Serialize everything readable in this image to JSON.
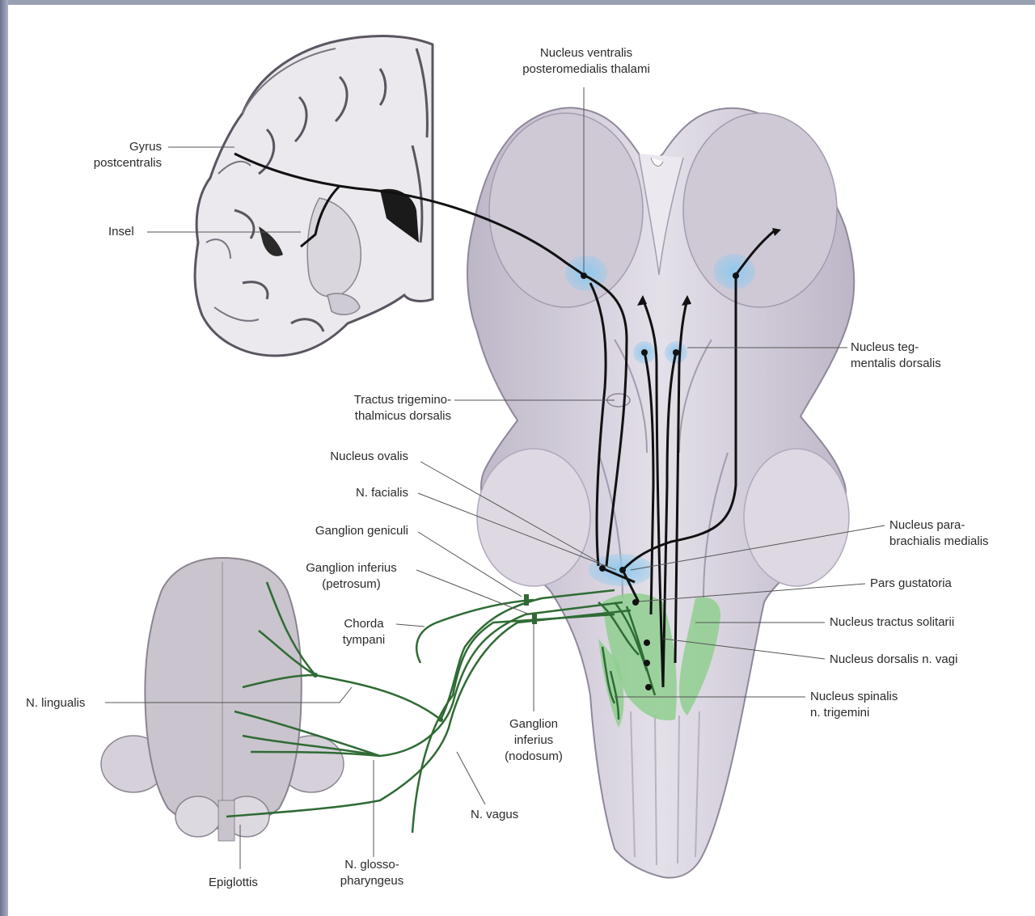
{
  "labels": {
    "nucleus_vpm": [
      "Nucleus ventralis",
      "posteromedialis thalami"
    ],
    "gyrus_postcentralis": [
      "Gyrus",
      "postcentralis"
    ],
    "insel": [
      "Insel"
    ],
    "nucleus_tegmentalis": [
      "Nucleus teg-",
      "mentalis dorsalis"
    ],
    "tractus_trigemino": [
      "Tractus trigemino-",
      "thalmicus dorsalis"
    ],
    "nucleus_ovalis": [
      "Nucleus ovalis"
    ],
    "n_facialis": [
      "N. facialis"
    ],
    "ganglion_geniculi": [
      "Ganglion geniculi"
    ],
    "ganglion_inferius_petrosum": [
      "Ganglion inferius",
      "(petrosum)"
    ],
    "chorda_tympani": [
      "Chorda",
      "tympani"
    ],
    "n_lingualis": [
      "N. lingualis"
    ],
    "nucleus_parabrachialis": [
      "Nucleus para-",
      "brachialis medialis"
    ],
    "pars_gustatoria": [
      "Pars gustatoria"
    ],
    "nucleus_tractus_solitarii": [
      "Nucleus tractus solitarii"
    ],
    "nucleus_dorsalis_vagi": [
      "Nucleus dorsalis n. vagi"
    ],
    "nucleus_spinalis_trigemini": [
      "Nucleus spinalis",
      "n. trigemini"
    ],
    "ganglion_inferius_nodosum": [
      "Ganglion",
      "inferius",
      "(nodosum)"
    ],
    "n_vagus": [
      "N. vagus"
    ],
    "n_glossopharyngeus": [
      "N. glosso-",
      "pharyngeus"
    ],
    "epiglottis": [
      "Epiglottis"
    ]
  },
  "colors": {
    "brainstem": "#d9d4df",
    "brainstem_shadow": "#b3acbd",
    "nucleus_blue": "#8ec9ee",
    "taste_green": "#8fcf8f",
    "nerve_green": "#2f6b34",
    "pathway_black": "#111111",
    "cortex_gray": "#e9e7ec",
    "label_text": "#2a2a2a",
    "leader_line": "#555555"
  }
}
